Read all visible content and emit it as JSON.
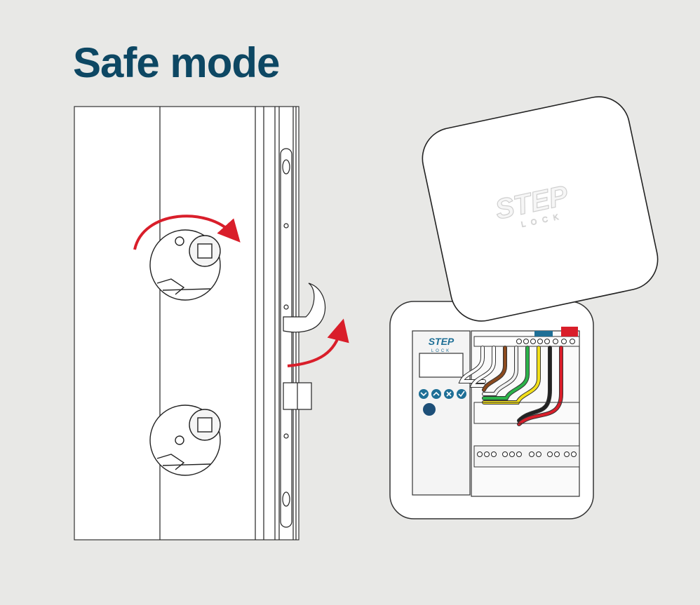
{
  "title": "Safe mode",
  "brand": {
    "logo_main": "STEP",
    "logo_sub": "LOCK"
  },
  "colors": {
    "title": "#0d4763",
    "arrow": "#d91e2a",
    "background": "#e8e8e6",
    "button": "#1e6f96",
    "button_dark": "#1d4f78"
  },
  "controller": {
    "buttons": [
      "chevron-down-icon",
      "chevron-up-icon",
      "close-icon",
      "check-icon"
    ],
    "wires": [
      "#ffffff",
      "#ffffff",
      "#8b4a1e",
      "#f0f0f0",
      "#2bb34a",
      "#f2df1b",
      "#222222",
      "#d91e2a"
    ]
  }
}
